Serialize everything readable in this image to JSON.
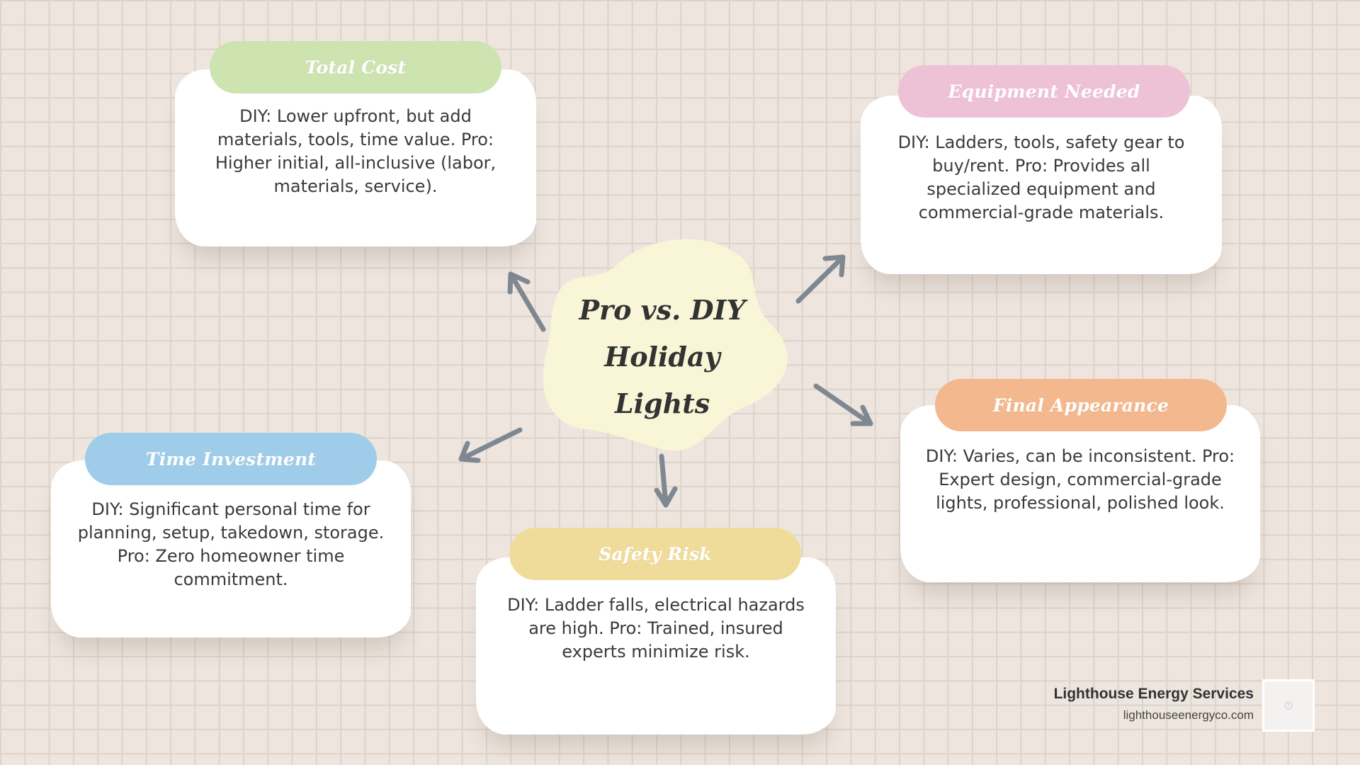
{
  "center": {
    "title_line1": "Pro vs. DIY",
    "title_line2": "Holiday Lights"
  },
  "cards": [
    {
      "title": "Total Cost",
      "color": "#cde3b0",
      "text": "DIY: Lower upfront, but add materials, tools, time value. Pro: Higher initial, all-inclusive (labor, materials, service)."
    },
    {
      "title": "Equipment Needed",
      "color": "#eec2d6",
      "text": "DIY: Ladders, tools, safety gear to buy/rent. Pro: Provides all specialized equipment and commercial-grade materials."
    },
    {
      "title": "Final Appearance",
      "color": "#f3b88d",
      "text": "DIY: Varies, can be inconsistent. Pro: Expert design, commercial-grade lights, professional, polished look."
    },
    {
      "title": "Safety Risk",
      "color": "#f0dc9a",
      "text": "DIY: Ladder falls, electrical hazards are high. Pro: Trained, insured experts minimize risk."
    },
    {
      "title": "Time Investment",
      "color": "#9fcde9",
      "text": "DIY: Significant personal time for planning, setup, takedown, storage. Pro: Zero homeowner time commitment."
    }
  ],
  "brand": {
    "name": "Lighthouse Energy Services",
    "url": "lighthouseenergyco.com"
  },
  "colors": {
    "arrow": "#7f8891",
    "blob": "#f8f6d6",
    "title": "#333333"
  }
}
